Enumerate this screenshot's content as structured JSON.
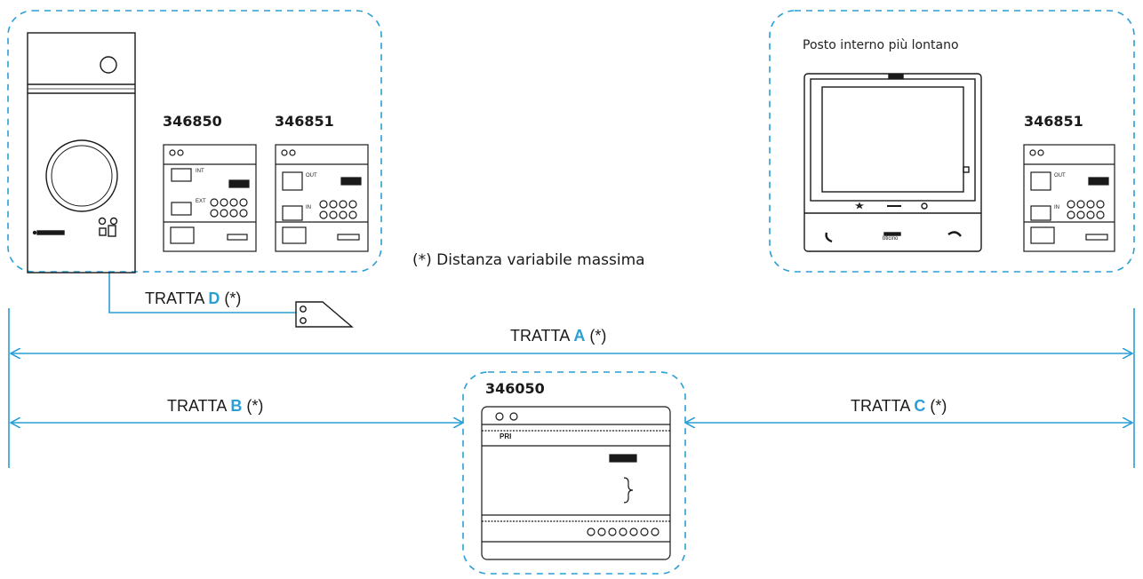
{
  "colors": {
    "accent": "#2a9fd6",
    "line": "#1a1a1a"
  },
  "labels": {
    "code_346850": "346850",
    "code_346851_left": "346851",
    "code_346851_right": "346851",
    "code_346050": "346050",
    "far_unit": "Posto interno più lontano",
    "note": "(*) Distanza variabile massima"
  },
  "tratte": {
    "word": "TRATTA",
    "suffix": "(*)",
    "a": "A",
    "b": "B",
    "c": "C",
    "d": "D"
  },
  "devices": {
    "intl_in": "INT",
    "intl_ext": "EXT",
    "out": "OUT",
    "in": "IN",
    "pri": "PRI",
    "brand": "bticino"
  }
}
